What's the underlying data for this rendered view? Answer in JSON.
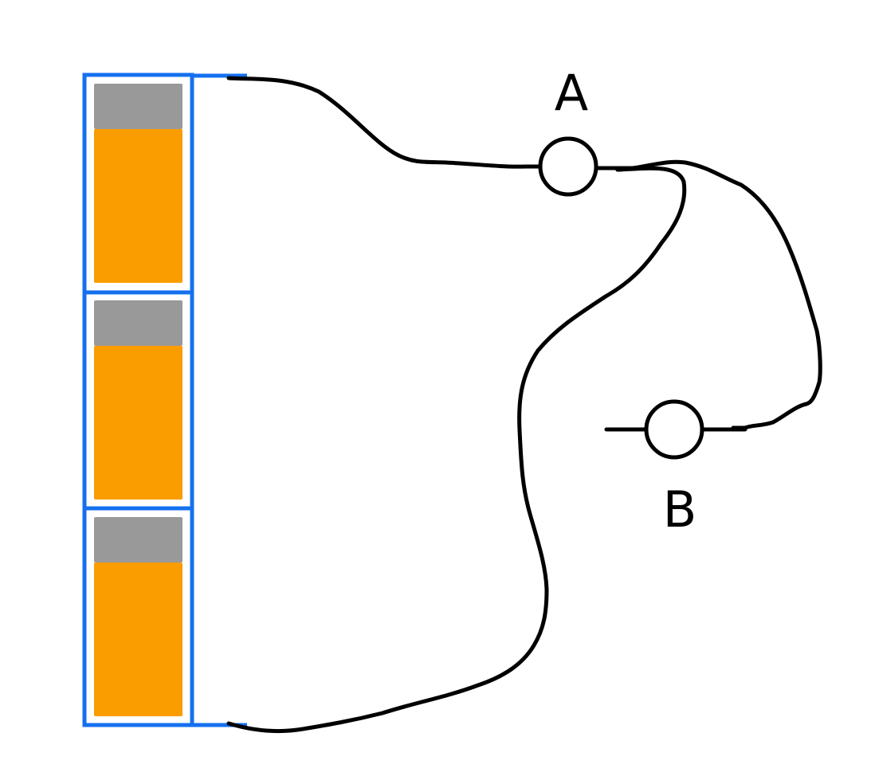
{
  "diagram": {
    "bulbs": [
      {
        "id": "A",
        "label": "A"
      },
      {
        "id": "B",
        "label": "B"
      }
    ],
    "battery": {
      "cell_count": 3
    },
    "colors": {
      "battery_outline": "#1570ef",
      "cell_cap": "#999999",
      "cell_body": "#fa9d00",
      "wire": "#000000",
      "background": "#ffffff"
    }
  }
}
